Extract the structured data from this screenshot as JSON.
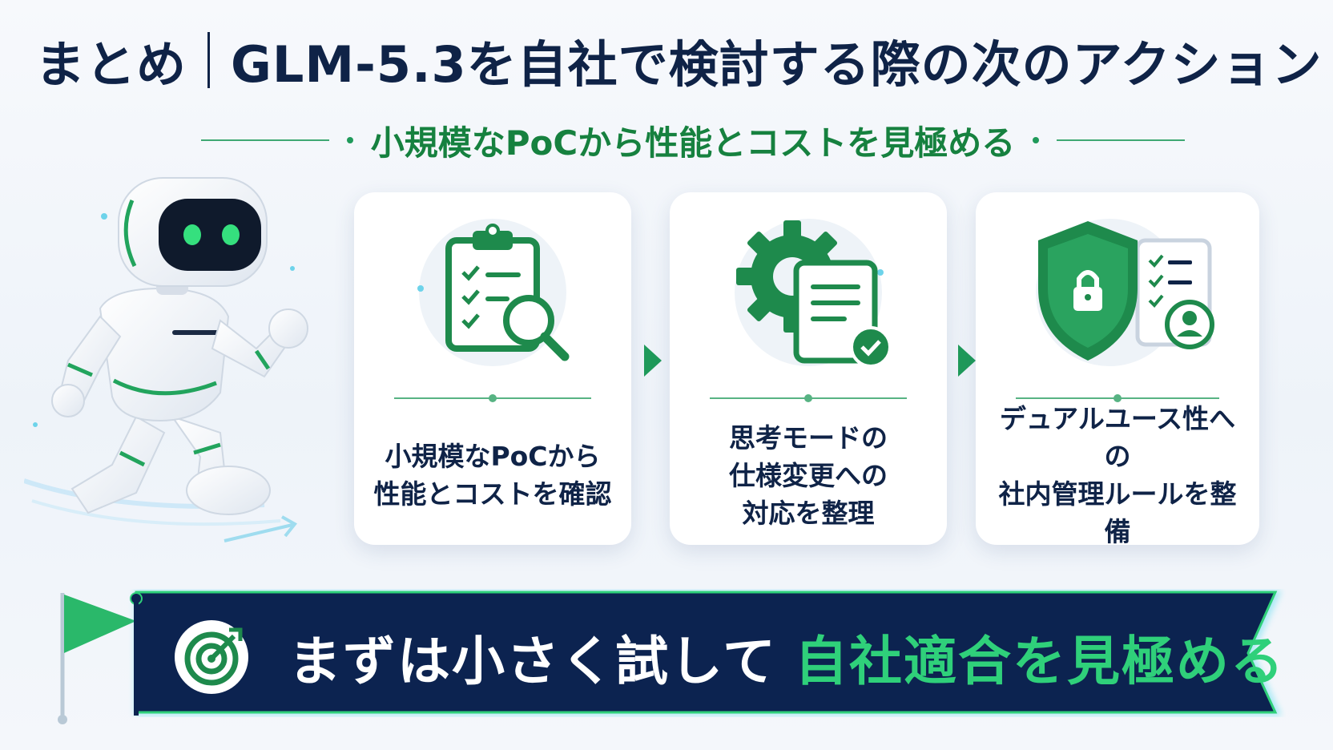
{
  "header": {
    "title_left": "まとめ",
    "title_right": "GLM-5.3を自社で検討する際の次のアクション",
    "subtitle": "小規模なPoCから性能とコストを見極める"
  },
  "cards": [
    {
      "icon": "clipboard-search-icon",
      "label": "小規模なPoCから\n性能とコストを確認"
    },
    {
      "icon": "gear-document-check-icon",
      "label": "思考モードの\n仕様変更への\n対応を整理"
    },
    {
      "icon": "shield-lock-checklist-icon",
      "label": "デュアルユース性への\n社内管理ルールを整備"
    }
  ],
  "banner": {
    "text_white": "まずは小さく試して",
    "text_green": "自社適合を見極める",
    "icon": "target-icon"
  },
  "colors": {
    "navy": "#0f2347",
    "green": "#1f9a5a",
    "bright_green": "#2fd07a",
    "banner_bg": "#0c2350",
    "card_bg": "#ffffff"
  }
}
